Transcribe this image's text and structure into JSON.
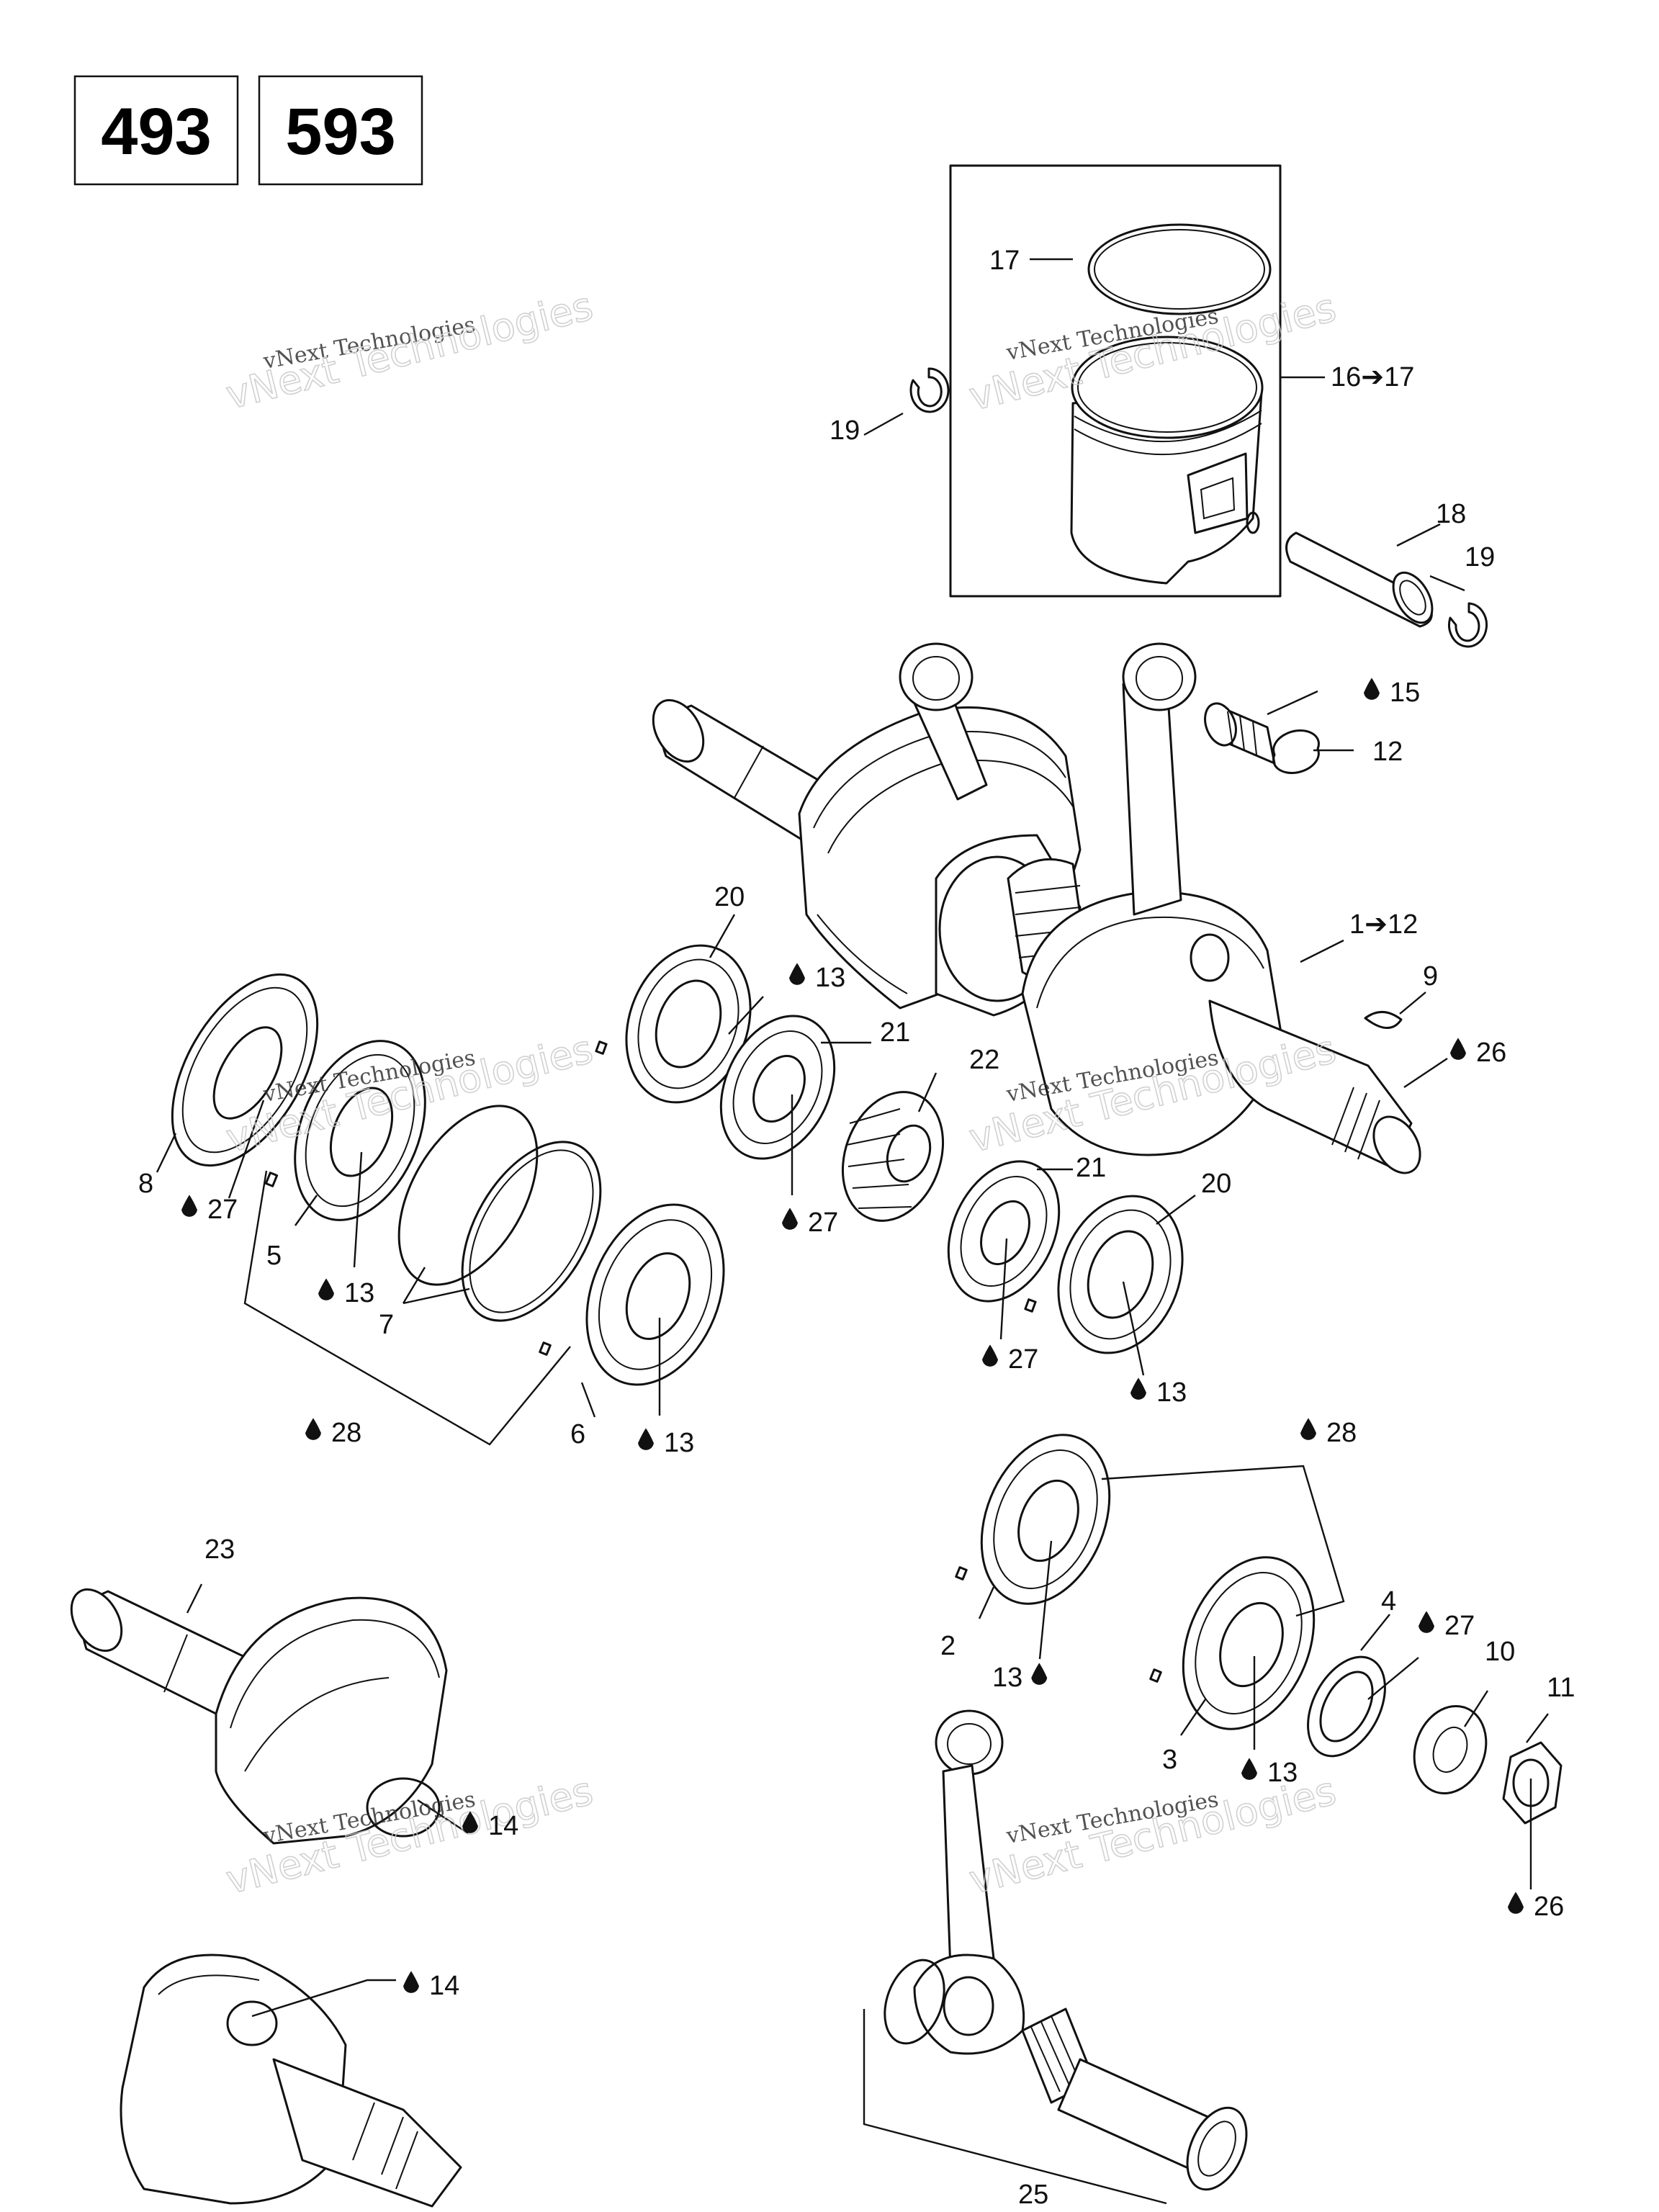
{
  "models": [
    "493",
    "593"
  ],
  "watermark": {
    "line1": "vNext Technologies",
    "line2": "vNext Technologies"
  },
  "callouts": [
    {
      "id": "c17",
      "text": "17"
    },
    {
      "id": "c16",
      "text": "16➔17"
    },
    {
      "id": "c19a",
      "text": "19"
    },
    {
      "id": "c18",
      "text": "18"
    },
    {
      "id": "c19b",
      "text": "19"
    },
    {
      "id": "c15",
      "text": "15",
      "drop": true
    },
    {
      "id": "c12",
      "text": "12"
    },
    {
      "id": "c20a",
      "text": "20"
    },
    {
      "id": "c13a",
      "text": "13",
      "drop": true
    },
    {
      "id": "c21a",
      "text": "21"
    },
    {
      "id": "c1",
      "text": "1➔12"
    },
    {
      "id": "c9",
      "text": "9"
    },
    {
      "id": "c22",
      "text": "22"
    },
    {
      "id": "c26a",
      "text": "26",
      "drop": true
    },
    {
      "id": "c21b",
      "text": "21"
    },
    {
      "id": "c20b",
      "text": "20"
    },
    {
      "id": "c8",
      "text": "8"
    },
    {
      "id": "c27a",
      "text": "27",
      "drop": true
    },
    {
      "id": "c5",
      "text": "5"
    },
    {
      "id": "c13b",
      "text": "13",
      "drop": true
    },
    {
      "id": "c7",
      "text": "7"
    },
    {
      "id": "c27b",
      "text": "27",
      "drop": true
    },
    {
      "id": "c27c",
      "text": "27",
      "drop": true
    },
    {
      "id": "c13c",
      "text": "13",
      "drop": true
    },
    {
      "id": "c28a",
      "text": "28",
      "drop": true
    },
    {
      "id": "c6",
      "text": "6"
    },
    {
      "id": "c13d",
      "text": "13",
      "drop": true
    },
    {
      "id": "c28b",
      "text": "28",
      "drop": true
    },
    {
      "id": "c23",
      "text": "23"
    },
    {
      "id": "c4",
      "text": "4"
    },
    {
      "id": "c27d",
      "text": "27",
      "drop": true
    },
    {
      "id": "c10",
      "text": "10"
    },
    {
      "id": "c11",
      "text": "11"
    },
    {
      "id": "c2",
      "text": "2"
    },
    {
      "id": "c13e",
      "text": "13",
      "drop": true,
      "drop_after": true
    },
    {
      "id": "c3",
      "text": "3"
    },
    {
      "id": "c13f",
      "text": "13",
      "drop": true
    },
    {
      "id": "c14a",
      "text": "14",
      "drop": true
    },
    {
      "id": "c26b",
      "text": "26",
      "drop": true
    },
    {
      "id": "c14b",
      "text": "14",
      "drop": true
    },
    {
      "id": "c25",
      "text": "25"
    }
  ]
}
